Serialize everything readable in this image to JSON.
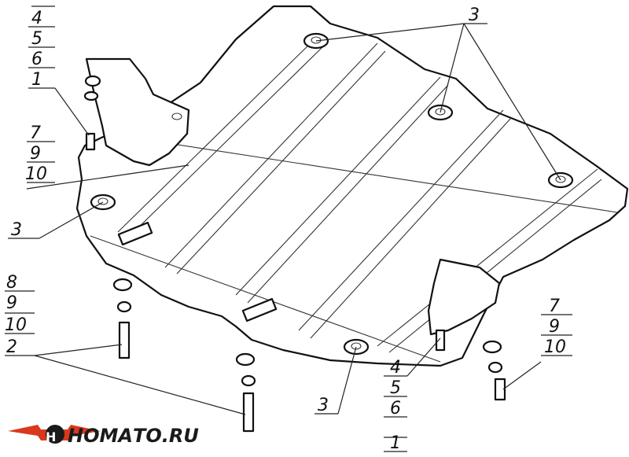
{
  "callouts": {
    "tl_stack": [
      "4",
      "5",
      "6",
      "1"
    ],
    "left_mid_stack": [
      "7",
      "9",
      "10"
    ],
    "left_bolt": "3",
    "left_bottom_stack": [
      "8",
      "9",
      "10",
      "2"
    ],
    "top_right": "3",
    "bottom_center": "3",
    "bottom_center_stack": [
      "4",
      "5",
      "6",
      "1"
    ],
    "right_stack": [
      "7",
      "9",
      "10"
    ]
  },
  "logo": {
    "text": "НОМАТО.RU",
    "colors": {
      "wing": "#d9381e",
      "body": "#1a1a1a"
    }
  }
}
